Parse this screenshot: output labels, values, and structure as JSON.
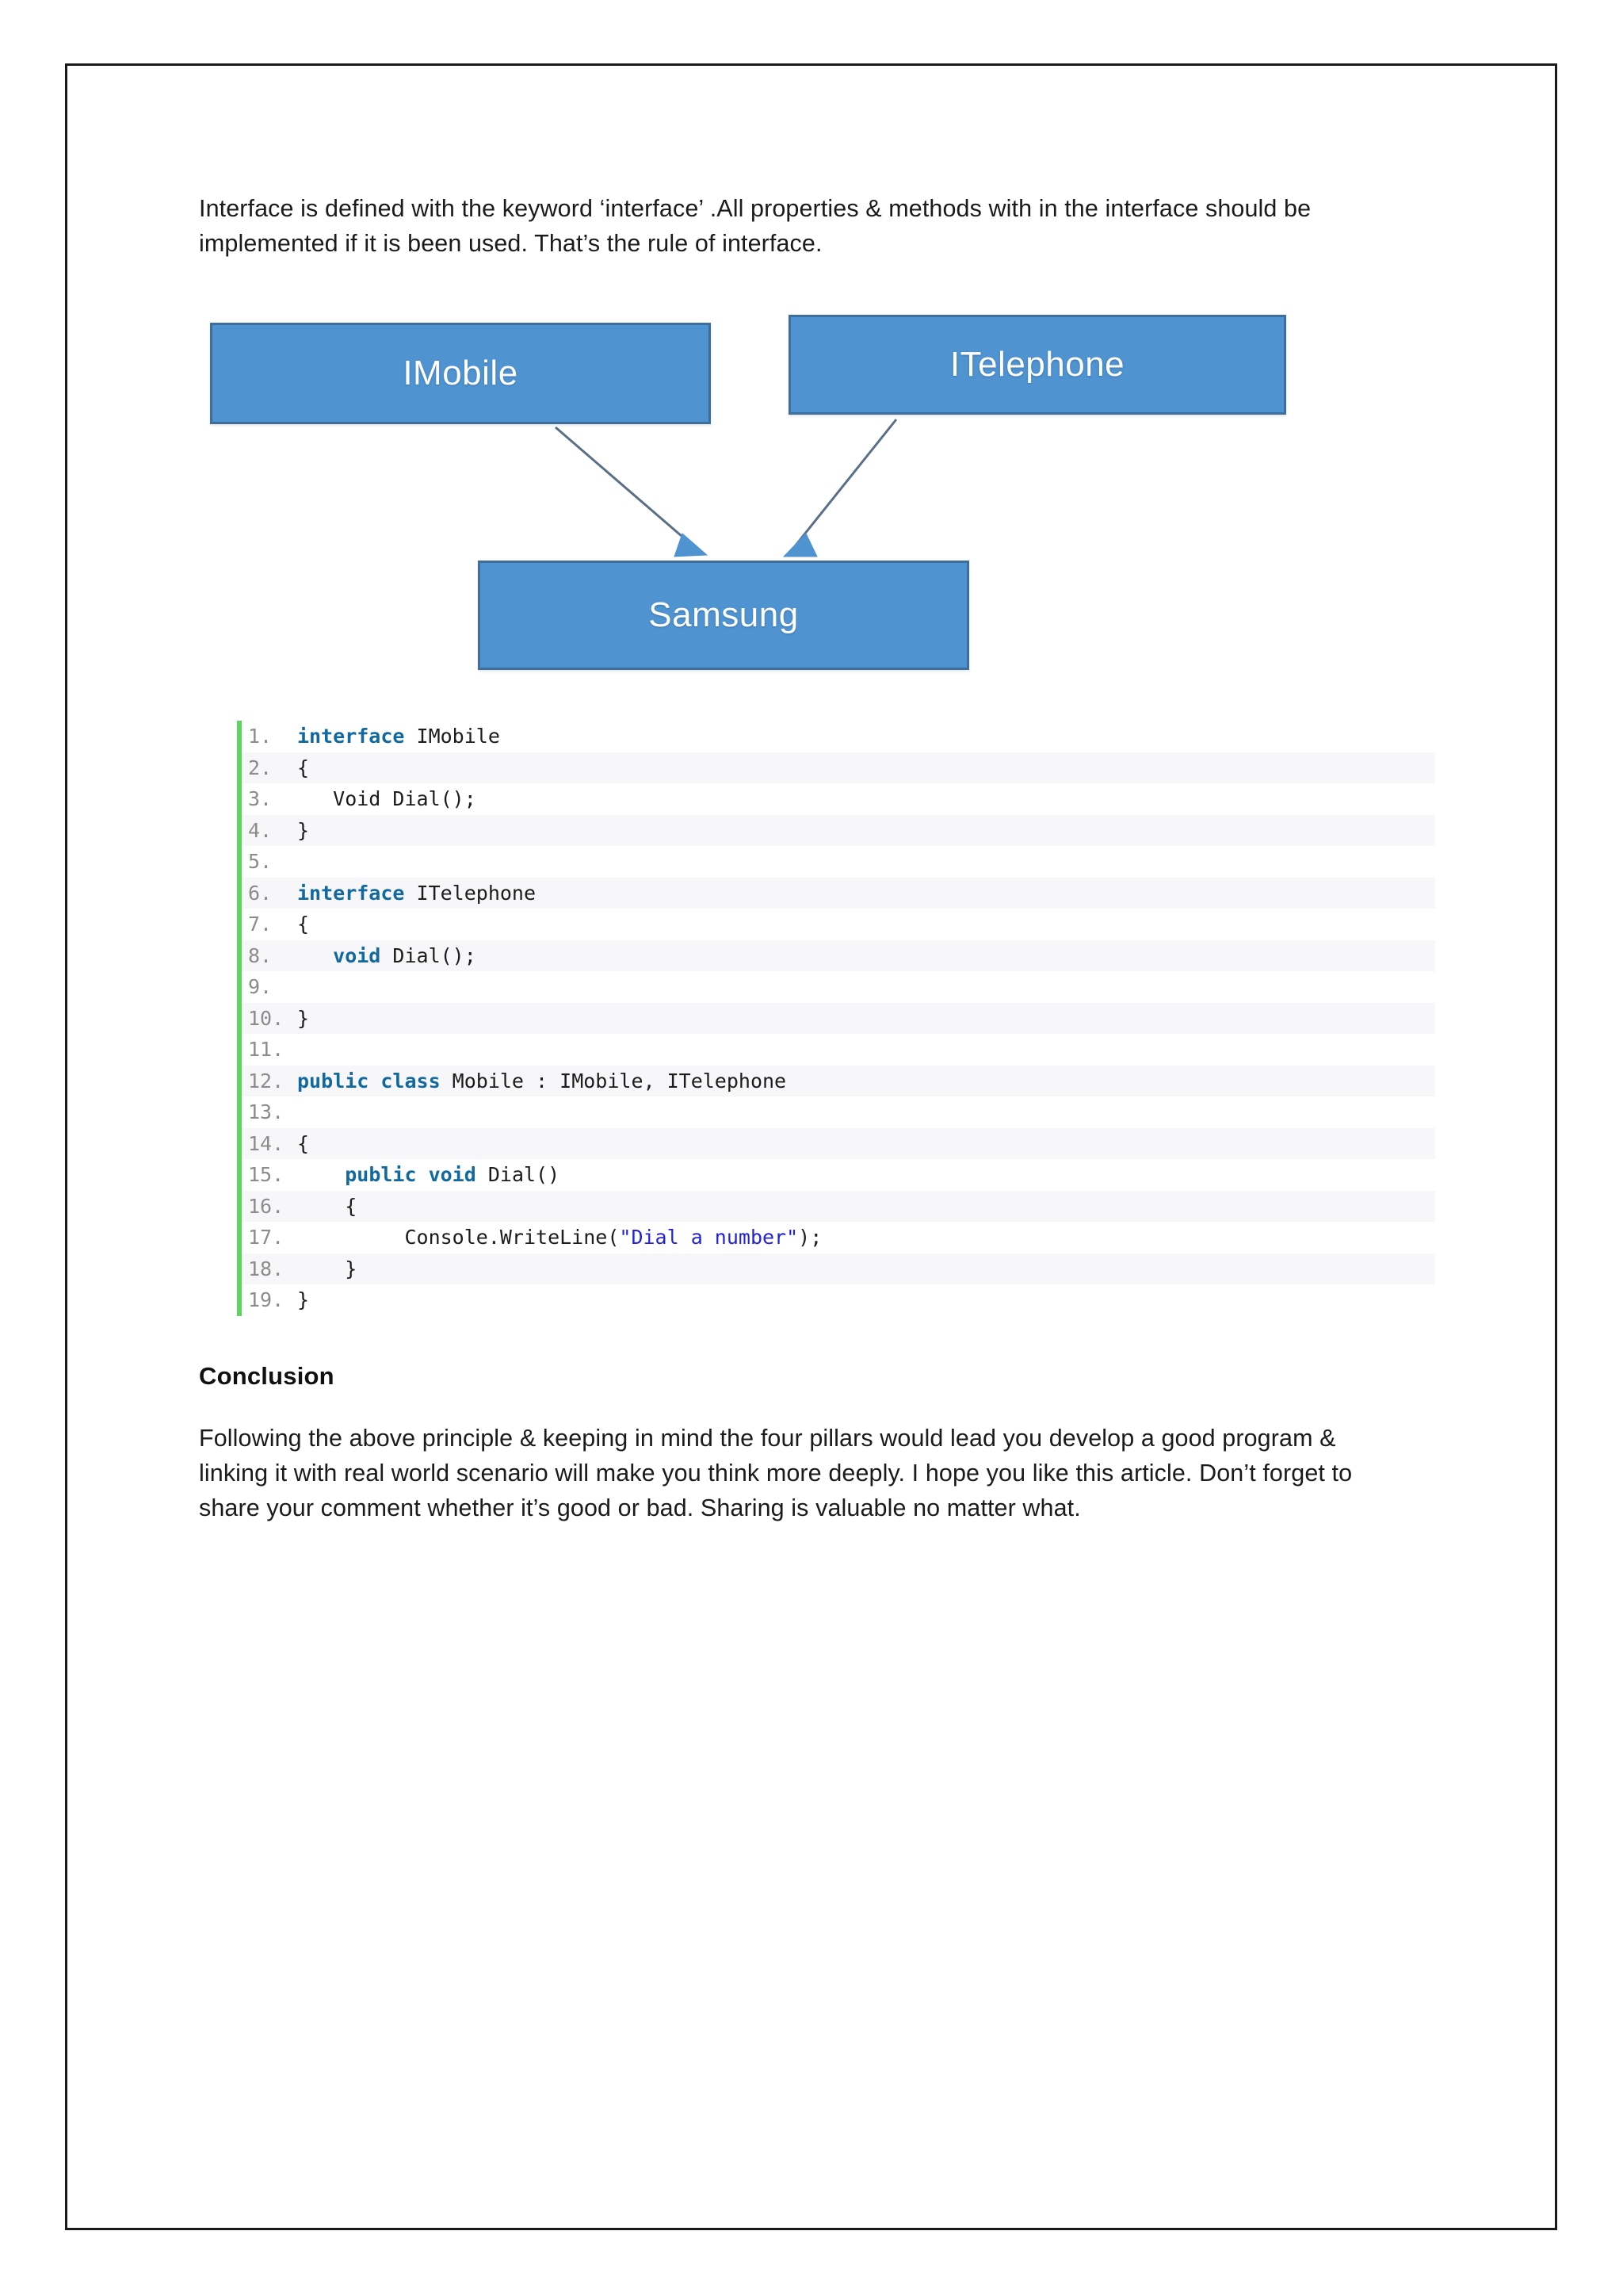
{
  "document": {
    "intro_paragraph": "Interface is defined with the keyword ‘interface’ .All properties & methods with in the interface should be implemented if it is been used. That’s the rule of interface.",
    "conclusion_heading": "Conclusion",
    "conclusion_paragraph": "Following the above principle & keeping in mind the four pillars would lead you develop a good program & linking it with real world scenario will make you think more deeply. I hope you like this article. Don’t forget to share your comment whether it’s good or bad. Sharing is valuable no matter what."
  },
  "diagram": {
    "type": "uml-class-diagram",
    "node_fill": "#4f93d1",
    "node_border": "#3c6f9e",
    "arrow_color": "#5a6f86",
    "arrowhead_color": "#4f93d1",
    "nodes": [
      {
        "id": "imobile",
        "label": "IMobile"
      },
      {
        "id": "itelephone",
        "label": "ITelephone"
      },
      {
        "id": "samsung",
        "label": "Samsung"
      }
    ],
    "edges": [
      {
        "from": "imobile",
        "to": "samsung"
      },
      {
        "from": "itelephone",
        "to": "samsung"
      }
    ]
  },
  "code_block": {
    "language": "csharp",
    "gutter_accent": "#5fd35f",
    "stripe_color": "#f7f7fa",
    "keyword_color": "#11699f",
    "string_color": "#2222dd",
    "line_number_color": "#8c8c8c",
    "lines": [
      {
        "n": "1.",
        "segments": [
          {
            "t": "interface",
            "c": "kw"
          },
          {
            "t": " IMobile",
            "c": ""
          }
        ]
      },
      {
        "n": "2.",
        "segments": [
          {
            "t": "{",
            "c": ""
          }
        ]
      },
      {
        "n": "3.",
        "segments": [
          {
            "t": "   Void Dial();",
            "c": ""
          }
        ]
      },
      {
        "n": "4.",
        "segments": [
          {
            "t": "}",
            "c": ""
          }
        ]
      },
      {
        "n": "5.",
        "segments": [
          {
            "t": "",
            "c": ""
          }
        ]
      },
      {
        "n": "6.",
        "segments": [
          {
            "t": "interface",
            "c": "kw"
          },
          {
            "t": " ITelephone",
            "c": ""
          }
        ]
      },
      {
        "n": "7.",
        "segments": [
          {
            "t": "{",
            "c": ""
          }
        ]
      },
      {
        "n": "8.",
        "segments": [
          {
            "t": "   ",
            "c": ""
          },
          {
            "t": "void",
            "c": "kw"
          },
          {
            "t": " Dial();",
            "c": ""
          }
        ]
      },
      {
        "n": "9.",
        "segments": [
          {
            "t": "",
            "c": ""
          }
        ]
      },
      {
        "n": "10.",
        "segments": [
          {
            "t": "}",
            "c": ""
          }
        ]
      },
      {
        "n": "11.",
        "segments": [
          {
            "t": "",
            "c": ""
          }
        ]
      },
      {
        "n": "12.",
        "segments": [
          {
            "t": "public class",
            "c": "kw"
          },
          {
            "t": " Mobile : IMobile, ITelephone",
            "c": ""
          }
        ]
      },
      {
        "n": "13.",
        "segments": [
          {
            "t": "",
            "c": ""
          }
        ]
      },
      {
        "n": "14.",
        "segments": [
          {
            "t": "{",
            "c": ""
          }
        ]
      },
      {
        "n": "15.",
        "segments": [
          {
            "t": "    ",
            "c": ""
          },
          {
            "t": "public void",
            "c": "kw"
          },
          {
            "t": " Dial()",
            "c": ""
          }
        ]
      },
      {
        "n": "16.",
        "segments": [
          {
            "t": "    {",
            "c": ""
          }
        ]
      },
      {
        "n": "17.",
        "segments": [
          {
            "t": "         Console.WriteLine(",
            "c": ""
          },
          {
            "t": "\"Dial a number\"",
            "c": "str"
          },
          {
            "t": ");",
            "c": ""
          }
        ]
      },
      {
        "n": "18.",
        "segments": [
          {
            "t": "    }",
            "c": ""
          }
        ]
      },
      {
        "n": "19.",
        "segments": [
          {
            "t": "}",
            "c": ""
          }
        ]
      }
    ]
  }
}
